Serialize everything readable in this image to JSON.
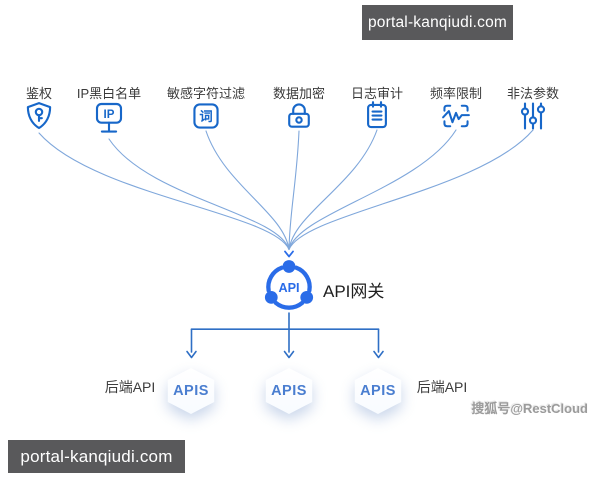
{
  "banners": {
    "top_domain": "portal-kanqiudi.com",
    "bottom_domain": "portal-kanqiudi.com"
  },
  "features": [
    {
      "label": "鉴权",
      "icon": "shield-key-icon"
    },
    {
      "label": "IP黑白名单",
      "icon": "ip-list-icon"
    },
    {
      "label": "敏感字符过滤",
      "icon": "word-filter-icon"
    },
    {
      "label": "数据加密",
      "icon": "lock-icon"
    },
    {
      "label": "日志审计",
      "icon": "audit-log-icon"
    },
    {
      "label": "频率限制",
      "icon": "rate-limit-icon"
    },
    {
      "label": "非法参数",
      "icon": "sliders-icon"
    }
  ],
  "gateway": {
    "icon_label": "API",
    "name": "API网关"
  },
  "distribution": {
    "backend_left": "后端API",
    "backend_right": "后端API",
    "api_nodes": [
      "APIS",
      "APIS",
      "APIS"
    ]
  },
  "credit": "搜狐号@RestCloud",
  "colors": {
    "page_bg": "#FFFFFF",
    "feature_icon": "#1767C9",
    "gateway_blue": "#2A6CE8",
    "curve": "#7FA7DB",
    "branch": "#2F6FC5",
    "apis_text": "#4A7ED0",
    "banner_bg": "#59595B",
    "banner_text": "#FFFFFF",
    "label_text": "#3A3A3A",
    "credit_text": "#9B9B9B"
  }
}
